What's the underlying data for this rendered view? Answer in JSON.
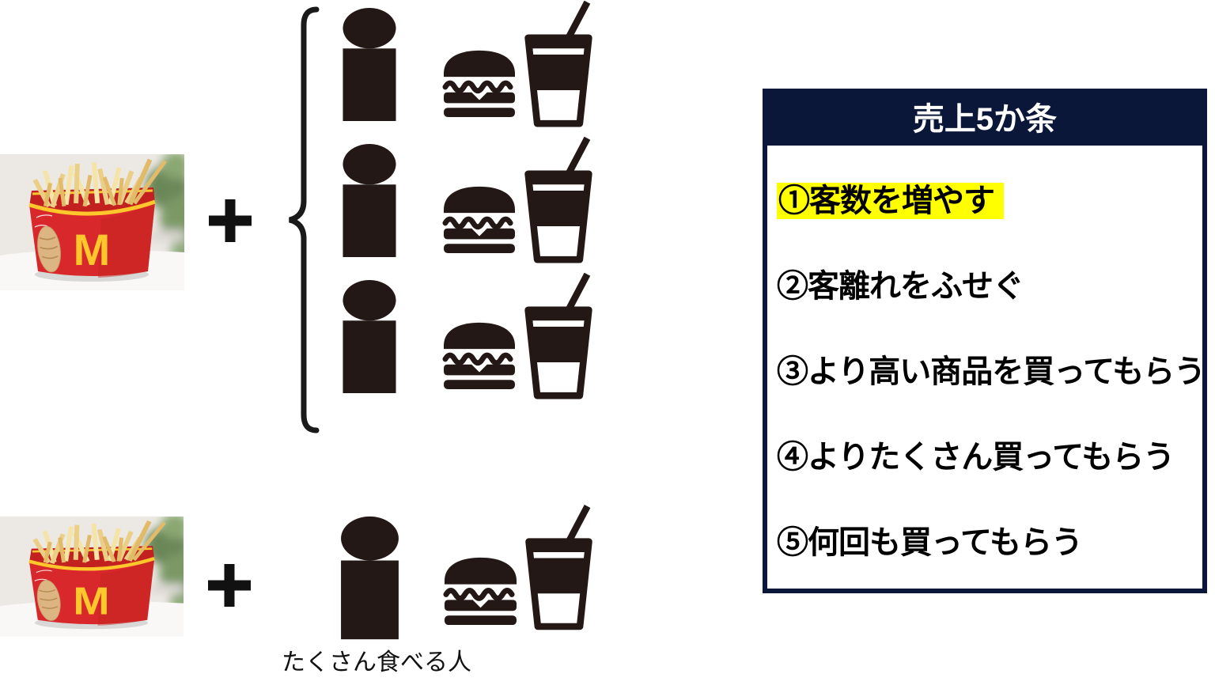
{
  "colors": {
    "navy": "#0a1738",
    "highlight_yellow": "#ffff00",
    "icon_black": "#231815",
    "mcdonalds_red": "#d92b2b",
    "mcdonalds_yellow": "#ffc72c"
  },
  "icons": {
    "person": "person-silhouette",
    "burger": "hamburger",
    "drink": "cup-with-straw",
    "plus": "+",
    "brace": "{"
  },
  "fries_photo": {
    "logo_letter": "M"
  },
  "equation_top": {
    "operator": "+",
    "customer_rows": [
      {
        "icons": [
          "person-icon",
          "burger-icon",
          "drink-icon"
        ]
      },
      {
        "icons": [
          "person-icon",
          "burger-icon",
          "drink-icon"
        ]
      },
      {
        "icons": [
          "person-icon",
          "burger-icon",
          "drink-icon"
        ]
      }
    ]
  },
  "equation_bottom": {
    "operator": "+",
    "caption": "たくさん食べる人",
    "row": {
      "icons": [
        "person-icon",
        "burger-icon",
        "drink-icon"
      ]
    }
  },
  "panel": {
    "title": "売上5か条",
    "items": [
      {
        "label": "①客数を増やす",
        "highlighted": true
      },
      {
        "label": "②客離れをふせぐ",
        "highlighted": false
      },
      {
        "label": "③より高い商品を買ってもらう",
        "highlighted": false
      },
      {
        "label": "④よりたくさん買ってもらう",
        "highlighted": false
      },
      {
        "label": "⑤何回も買ってもらう",
        "highlighted": false
      }
    ]
  }
}
